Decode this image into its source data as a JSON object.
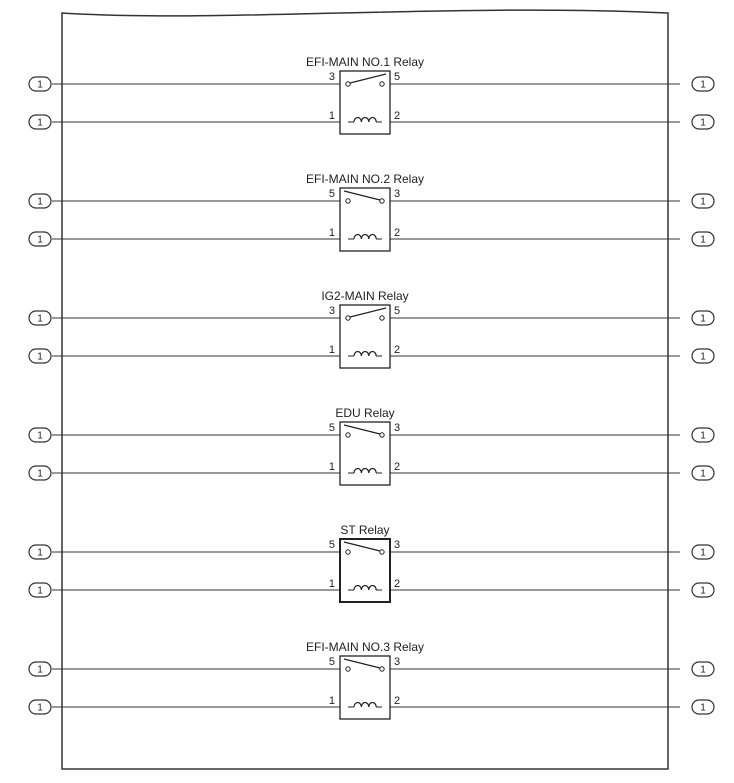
{
  "connector_label": "1",
  "relays": [
    {
      "name": "EFI-MAIN NO.1 Relay",
      "pins": {
        "top_left": "3",
        "top_right": "5",
        "bottom_left": "1",
        "bottom_right": "2"
      },
      "switch_slope": "up"
    },
    {
      "name": "EFI-MAIN NO.2 Relay",
      "pins": {
        "top_left": "5",
        "top_right": "3",
        "bottom_left": "1",
        "bottom_right": "2"
      },
      "switch_slope": "down"
    },
    {
      "name": "IG2-MAIN Relay",
      "pins": {
        "top_left": "3",
        "top_right": "5",
        "bottom_left": "1",
        "bottom_right": "2"
      },
      "switch_slope": "up"
    },
    {
      "name": "EDU Relay",
      "pins": {
        "top_left": "5",
        "top_right": "3",
        "bottom_left": "1",
        "bottom_right": "2"
      },
      "switch_slope": "down"
    },
    {
      "name": "ST Relay",
      "pins": {
        "top_left": "5",
        "top_right": "3",
        "bottom_left": "1",
        "bottom_right": "2"
      },
      "switch_slope": "down"
    },
    {
      "name": "EFI-MAIN NO.3 Relay",
      "pins": {
        "top_left": "5",
        "top_right": "3",
        "bottom_left": "1",
        "bottom_right": "2"
      },
      "switch_slope": "down"
    }
  ]
}
